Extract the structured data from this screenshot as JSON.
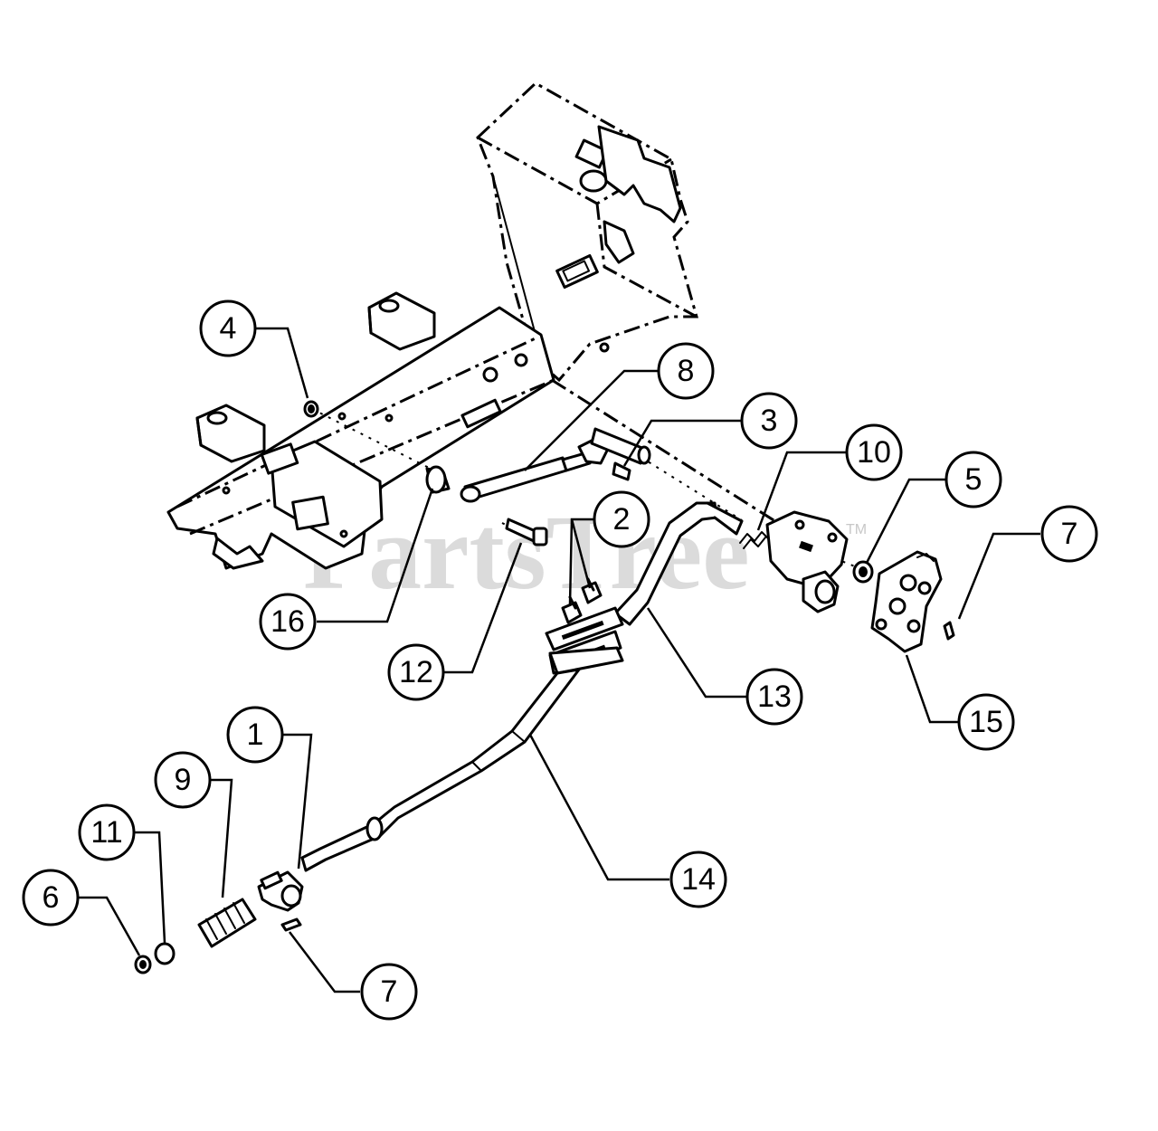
{
  "watermark": {
    "text": "PartsTree",
    "trademark": "TM"
  },
  "callouts": [
    {
      "id": "c4",
      "label": "4"
    },
    {
      "id": "c8",
      "label": "8"
    },
    {
      "id": "c3",
      "label": "3"
    },
    {
      "id": "c10",
      "label": "10"
    },
    {
      "id": "c5",
      "label": "5"
    },
    {
      "id": "c7a",
      "label": "7"
    },
    {
      "id": "c2",
      "label": "2"
    },
    {
      "id": "c16",
      "label": "16"
    },
    {
      "id": "c12",
      "label": "12"
    },
    {
      "id": "c13",
      "label": "13"
    },
    {
      "id": "c15",
      "label": "15"
    },
    {
      "id": "c1",
      "label": "1"
    },
    {
      "id": "c9",
      "label": "9"
    },
    {
      "id": "c11",
      "label": "11"
    },
    {
      "id": "c14",
      "label": "14"
    },
    {
      "id": "c6",
      "label": "6"
    },
    {
      "id": "c7b",
      "label": "7"
    }
  ]
}
